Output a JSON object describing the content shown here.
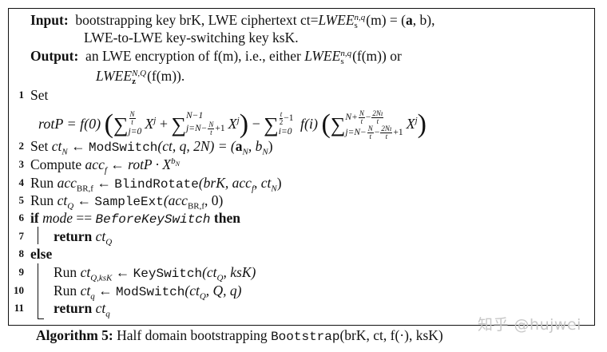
{
  "algorithm": {
    "input_label": "Input:",
    "input_text_1": "bootstrapping key brK, LWE ciphertext ct=",
    "input_math_1": "LWE",
    "input_math_1_sub": "s",
    "input_math_1_sup": "n,q",
    "input_text_2": "(m) = (",
    "input_vec_a": "a",
    "input_text_3": ", b),",
    "input_line_2": "LWE-to-LWE key-switching key ksK.",
    "output_label": "Output:",
    "output_text_1": "an LWE encryption of f(m), i.e., either",
    "output_math_1": "LWE",
    "output_math_1_sub": "s",
    "output_math_1_sup": "n,q",
    "output_text_2": "(f(m)) or",
    "output_math_2": "LWE",
    "output_math_2_sub": "z",
    "output_math_2_sup": "N,Q",
    "output_text_3": "(f(m))."
  },
  "steps": [
    {
      "num": "1",
      "text": "Set"
    },
    {
      "num": "2",
      "prefix": "Set",
      "lhs": "ct",
      "lhs_sub": "N",
      "arrow": "←",
      "func": "ModSwitch",
      "args": "(ct, q, 2N) = (",
      "vec": "a",
      "vec_sub": "N",
      "tail": ", b",
      "tail_sub": "N",
      "close": ")"
    },
    {
      "num": "3",
      "prefix": "Compute",
      "lhs": "acc",
      "lhs_sub": "f",
      "arrow": "←",
      "rhs": "rotP · X",
      "rhs_sup": "b",
      "rhs_sup_sub": "N"
    },
    {
      "num": "4",
      "prefix": "Run",
      "lhs": "acc",
      "lhs_sub": "BR,f",
      "arrow": "←",
      "func": "BlindRotate",
      "args": "(brK, acc",
      "args_sub": "f",
      "args2": ", ct",
      "args2_sub": "N",
      "close": ")"
    },
    {
      "num": "5",
      "prefix": "Run",
      "lhs": "ct",
      "lhs_sub": "Q",
      "arrow": "←",
      "func": "SampleExt",
      "args": "(acc",
      "args_sub": "BR,f",
      "close": ", 0)"
    },
    {
      "num": "6",
      "kw_if": "if",
      "cond_var": "mode",
      "cond_op": "==",
      "cond_val": "BeforeKeySwitch",
      "kw_then": "then"
    },
    {
      "num": "7",
      "kw_return": "return",
      "val": "ct",
      "val_sub": "Q"
    },
    {
      "num": "8",
      "kw_else": "else"
    },
    {
      "num": "9",
      "prefix": "Run",
      "lhs": "ct",
      "lhs_sub": "Q,ksK",
      "arrow": "←",
      "func": "KeySwitch",
      "args": "(ct",
      "args_sub": "Q",
      "close": ", ksK)"
    },
    {
      "num": "10",
      "prefix": "Run",
      "lhs": "ct",
      "lhs_sub": "q",
      "arrow": "←",
      "func": "ModSwitch",
      "args": "(ct",
      "args_sub": "Q",
      "close": ", Q, q)"
    },
    {
      "num": "11",
      "kw_return": "return",
      "val": "ct",
      "val_sub": "q"
    }
  ],
  "formula": {
    "lhs": "rotP = f(0)",
    "sum1_upper_num": "N",
    "sum1_upper_den": "t",
    "sum1_lower": "j=0",
    "term": "X",
    "term_sup": "j",
    "plus": "+",
    "sum2_upper": "N−1",
    "sum2_lower_pre": "j=N−",
    "sum2_lower_num": "N",
    "sum2_lower_den": "t",
    "sum2_lower_post": "+1",
    "minus": "−",
    "sum3_upper_num": "t",
    "sum3_upper_den": "2",
    "sum3_upper_post": "−1",
    "sum3_lower": "i=0",
    "fi": "f(i)",
    "sum4_upper_pre": "N+",
    "sum4_upper_num1": "N",
    "sum4_upper_den1": "t",
    "sum4_upper_mid": "−",
    "sum4_upper_num2": "2Nı",
    "sum4_upper_den2": "t",
    "sum4_lower_pre": "j=N−",
    "sum4_lower_num1": "N",
    "sum4_lower_den1": "t",
    "sum4_lower_mid": "−",
    "sum4_lower_num2": "2Nı",
    "sum4_lower_den2": "t",
    "sum4_lower_post": "+1"
  },
  "caption": {
    "label": "Algorithm 5:",
    "text": "Half domain bootstrapping",
    "func": "Bootstrap",
    "args": "(brK, ct, f(·), ksK)"
  },
  "watermark": "知乎 @hujwei"
}
